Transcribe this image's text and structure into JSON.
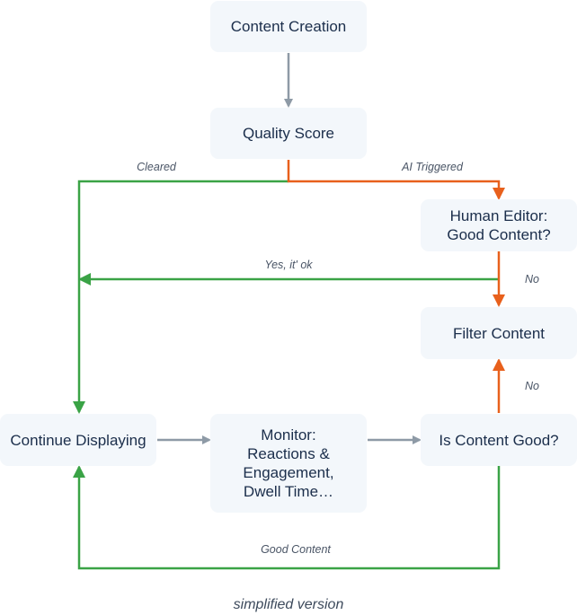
{
  "colors": {
    "neutral": "#8e9aa6",
    "positive": "#3aa346",
    "negative": "#e8601c",
    "node_fill": "#f3f7fb",
    "node_text": "#1b2e4b"
  },
  "nodes": {
    "content_creation": "Content Creation",
    "quality_score": "Quality Score",
    "human_editor": "Human Editor:\nGood Content?",
    "filter_content": "Filter Content",
    "continue_displaying": "Continue Displaying",
    "monitor": "Monitor:\nReactions &\nEngagement,\nDwell Time…",
    "is_content_good": "Is Content Good?"
  },
  "edges": [
    {
      "from": "content_creation",
      "to": "quality_score",
      "label": "",
      "kind": "neutral"
    },
    {
      "from": "quality_score",
      "to": "continue_displaying",
      "label": "Cleared",
      "kind": "positive"
    },
    {
      "from": "quality_score",
      "to": "human_editor",
      "label": "AI Triggered",
      "kind": "negative"
    },
    {
      "from": "human_editor",
      "to": "continue_displaying",
      "label": "Yes, it' ok",
      "kind": "positive"
    },
    {
      "from": "human_editor",
      "to": "filter_content",
      "label": "No",
      "kind": "negative"
    },
    {
      "from": "continue_displaying",
      "to": "monitor",
      "label": "",
      "kind": "neutral"
    },
    {
      "from": "monitor",
      "to": "is_content_good",
      "label": "",
      "kind": "neutral"
    },
    {
      "from": "is_content_good",
      "to": "filter_content",
      "label": "No",
      "kind": "negative"
    },
    {
      "from": "is_content_good",
      "to": "continue_displaying",
      "label": "Good Content",
      "kind": "positive"
    }
  ],
  "caption": "simplified version"
}
